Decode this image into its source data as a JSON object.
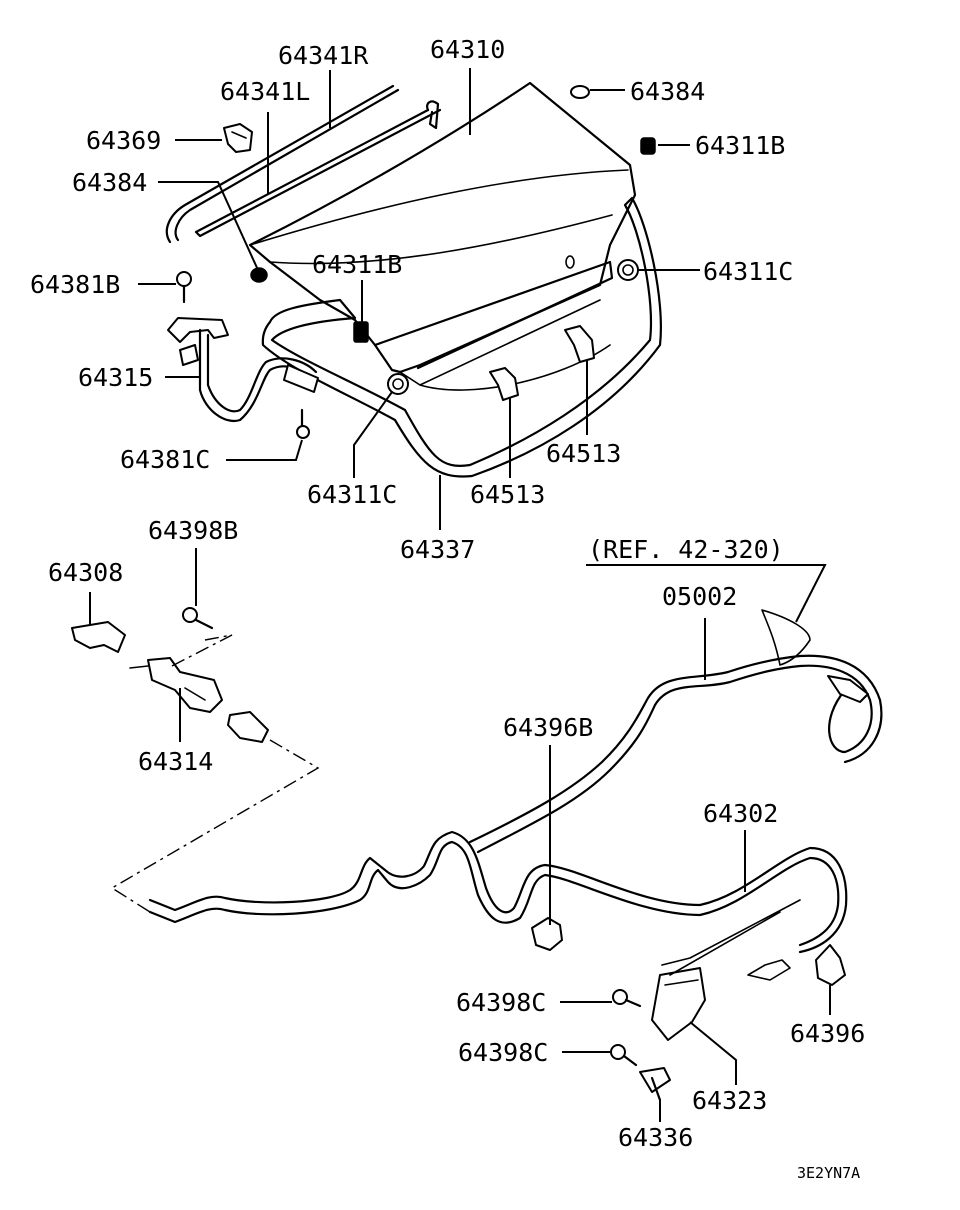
{
  "diagram": {
    "reference_label": "(REF. 42-320)",
    "drawing_code": "3E2YN7A",
    "parts": [
      {
        "id": "p01",
        "label": "64341R"
      },
      {
        "id": "p02",
        "label": "64310"
      },
      {
        "id": "p03",
        "label": "64384"
      },
      {
        "id": "p04",
        "label": "64341L"
      },
      {
        "id": "p05",
        "label": "64369"
      },
      {
        "id": "p06",
        "label": "64311B"
      },
      {
        "id": "p07",
        "label": "64384"
      },
      {
        "id": "p08",
        "label": "64311B"
      },
      {
        "id": "p09",
        "label": "64381B"
      },
      {
        "id": "p10",
        "label": "64311C"
      },
      {
        "id": "p11",
        "label": "64315"
      },
      {
        "id": "p12",
        "label": "64513"
      },
      {
        "id": "p13",
        "label": "64381C"
      },
      {
        "id": "p14",
        "label": "64311C"
      },
      {
        "id": "p15",
        "label": "64513"
      },
      {
        "id": "p16",
        "label": "64337"
      },
      {
        "id": "p17",
        "label": "64398B"
      },
      {
        "id": "p18",
        "label": "64308"
      },
      {
        "id": "p19",
        "label": "05002"
      },
      {
        "id": "p20",
        "label": "64314"
      },
      {
        "id": "p21",
        "label": "64396B"
      },
      {
        "id": "p22",
        "label": "64302"
      },
      {
        "id": "p23",
        "label": "64398C"
      },
      {
        "id": "p24",
        "label": "64396"
      },
      {
        "id": "p25",
        "label": "64398C"
      },
      {
        "id": "p26",
        "label": "64323"
      },
      {
        "id": "p27",
        "label": "64336"
      }
    ]
  }
}
